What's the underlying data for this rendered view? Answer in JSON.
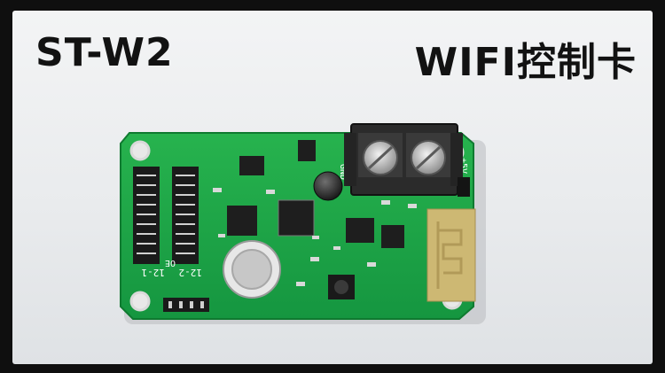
{
  "product": {
    "model_label": "ST-W2",
    "title_label": "WIFI控制卡"
  },
  "board": {
    "silkscreen": {
      "gnd": "GND",
      "vcc": "+5V",
      "hub1": "12-1",
      "hub2": "12-2",
      "oe": "OE"
    },
    "colors": {
      "pcb": "#1fa845",
      "pcb_dark": "#138a36",
      "antenna": "#c9b36a",
      "terminal": "#2b2b2b",
      "metal": "#c8c8c8"
    }
  }
}
